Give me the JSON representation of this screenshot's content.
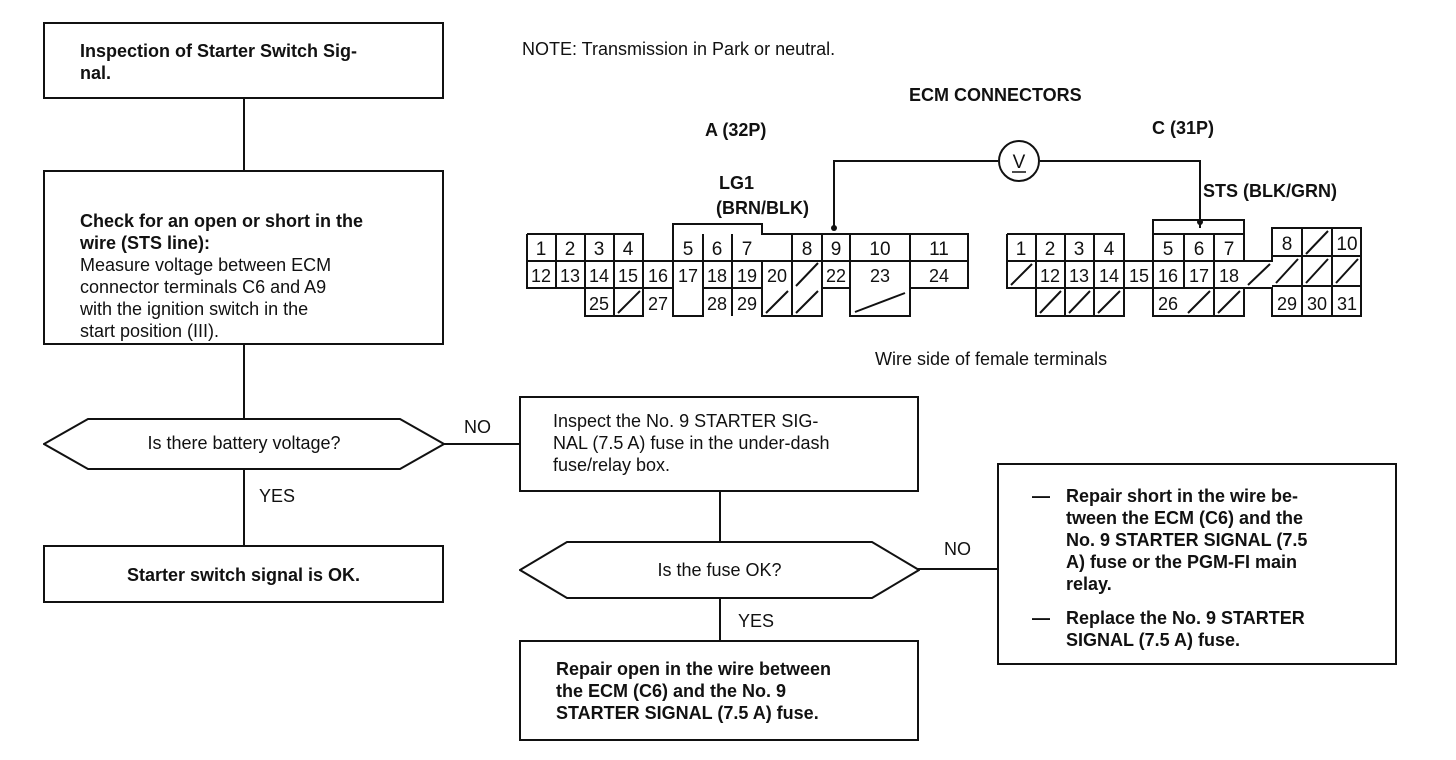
{
  "flow": {
    "step1_title": "Inspection of Starter Switch Sig-\nnal.",
    "step2": {
      "heading": "Check for an open or short in the\nwire (STS line):",
      "body": "Measure voltage between ECM\nconnector terminals C6 and A9\nwith the ignition switch in the\nstart position (III)."
    },
    "decision1": "Is there battery voltage?",
    "yes_label": "YES",
    "no_label": "NO",
    "ok_result": "Starter switch signal is OK.",
    "inspect_fuse": "Inspect the No. 9 STARTER SIG-\nNAL (7.5 A) fuse in the under-dash\nfuse/relay box.",
    "decision2": "Is the fuse OK?",
    "repair_open": "Repair open in the wire between\nthe ECM (C6) and the No. 9\nSTARTER SIGNAL (7.5 A) fuse.",
    "repair_short": {
      "item1": "Repair short in the wire be-\ntween the ECM (C6) and the\nNo. 9 STARTER SIGNAL (7.5\nA) fuse or the PGM-FI main\nrelay.",
      "item2": "Replace the No. 9 STARTER\nSIGNAL (7.5 A) fuse.",
      "dash": "—"
    }
  },
  "note": "NOTE:  Transmission in Park or neutral.",
  "connectors": {
    "title": "ECM CONNECTORS",
    "a_label": "A (32P)",
    "c_label": "C (31P)",
    "lg1": "LG1",
    "lg1_color": "(BRN/BLK)",
    "sts": "STS (BLK/GRN)",
    "meter": "V",
    "caption": "Wire side of female terminals",
    "a_top": [
      "1",
      "2",
      "3",
      "4",
      "5",
      "6",
      "7",
      "8",
      "9",
      "10",
      "11"
    ],
    "a_mid": [
      "12",
      "13",
      "14",
      "15",
      "16",
      "17",
      "18",
      "19",
      "20",
      "22",
      "23",
      "24"
    ],
    "a_bot": [
      "25",
      "27",
      "28",
      "29"
    ],
    "c_top": [
      "1",
      "2",
      "3",
      "4",
      "5",
      "6",
      "7",
      "8",
      "10"
    ],
    "c_mid": [
      "12",
      "13",
      "14",
      "15",
      "16",
      "17",
      "18"
    ],
    "c_bot": [
      "26",
      "29",
      "30",
      "31"
    ]
  }
}
